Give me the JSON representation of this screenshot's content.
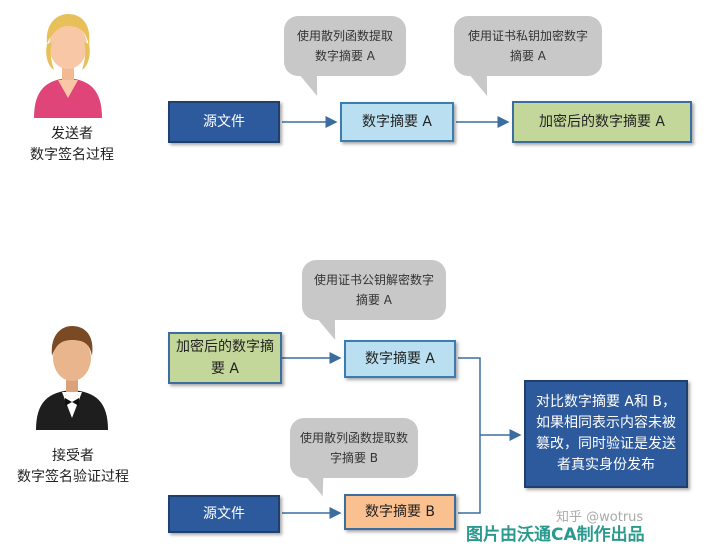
{
  "sender": {
    "label_line1": "发送者",
    "label_line2": "数字签名过程"
  },
  "receiver": {
    "label_line1": "接受者",
    "label_line2": "数字签名验证过程"
  },
  "top_flow": {
    "source_file": "源文件",
    "bubble1": "使用散列函数提取数字摘要 A",
    "digest_a": "数字摘要 A",
    "bubble2": "使用证书私钥加密数字摘要 A",
    "encrypted_digest": "加密后的数字摘要 A"
  },
  "bottom_flow": {
    "encrypted_digest": "加密后的数字摘要 A",
    "bubble_decrypt": "使用证书公钥解密数字摘要 A",
    "digest_a": "数字摘要 A",
    "source_file": "源文件",
    "bubble_hash": "使用散列函数提取数字摘要 B",
    "digest_b": "数字摘要 B",
    "result": "对比数字摘要 A和 B，如果相同表示内容未被篡改，同时验证是发送者真实身份发布"
  },
  "footer": {
    "credit": "图片由沃通CA制作出品",
    "watermark": "知乎 @wotrus"
  },
  "colors": {
    "dark_blue": "#2d5a9c",
    "light_blue": "#b9dff0",
    "green": "#c4d79b",
    "orange": "#fac090",
    "bubble_gray": "#c8c8c8",
    "arrow": "#3b6e9f",
    "credit_teal": "#2b9a8e"
  }
}
